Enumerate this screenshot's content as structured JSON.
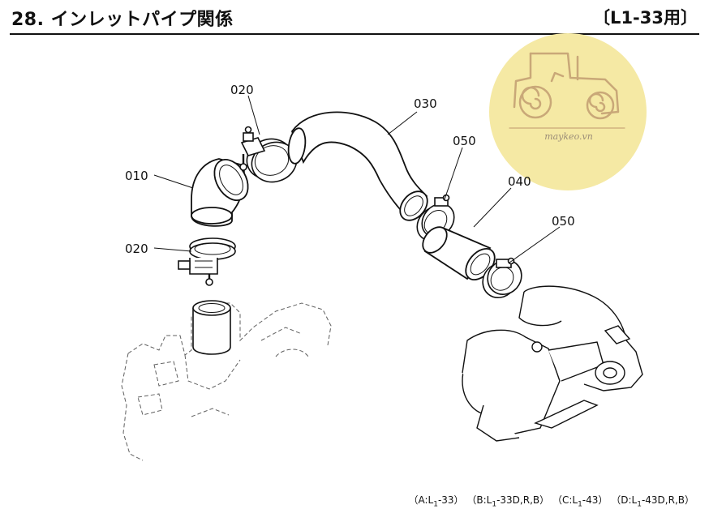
{
  "header": {
    "title": "28. インレットパイプ関係",
    "model": "〔L1-33用〕"
  },
  "parts": {
    "p010": "010",
    "p020_top": "020",
    "p020_bottom": "020",
    "p030": "030",
    "p040": "040",
    "p050_top": "050",
    "p050_right": "050"
  },
  "watermark": {
    "text": "maykeo.vn",
    "color": "#f5e9a4"
  },
  "footer": {
    "variants": [
      {
        "open": "（A:L",
        "sub": "1",
        "close": "-33）"
      },
      {
        "open": "（B:L",
        "sub": "1",
        "close": "-33D,R,B）"
      },
      {
        "open": "（C:L",
        "sub": "1",
        "close": "-43）"
      },
      {
        "open": "（D:L",
        "sub": "1",
        "close": "-43D,R,B）"
      }
    ]
  }
}
